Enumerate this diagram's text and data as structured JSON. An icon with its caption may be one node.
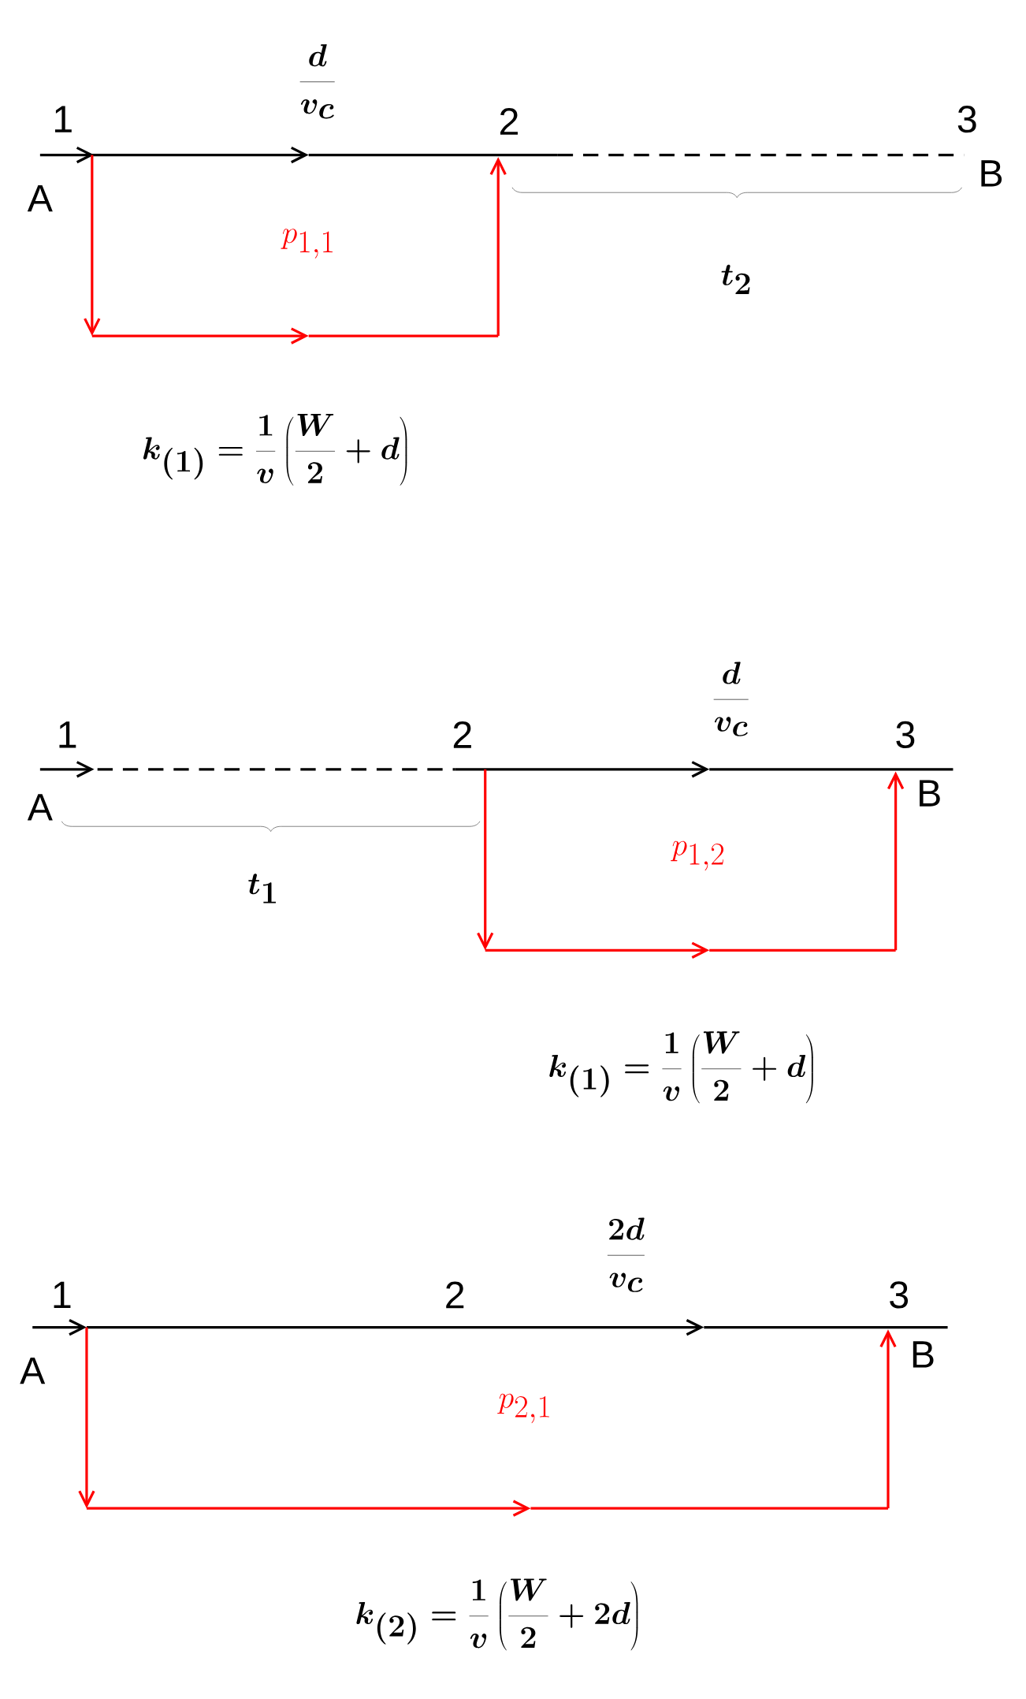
{
  "diagram": {
    "labels": [
      "1",
      "\\frac{d}{v_c}",
      "2",
      "3",
      "A",
      "B",
      "p_{1,1}",
      "t_2",
      "k_{(1)}=\\frac{1}{v}\\left(\\frac{W}{2}+d\\right)",
      "1",
      "2",
      "\\frac{d}{v_c}",
      "3",
      "A",
      "B",
      "p_{1,2}",
      "t_1",
      "k_{(1)}=\\frac{1}{v}\\left(\\frac{W}{2}+d\\right)",
      "1",
      "2",
      "\\frac{2d}{v_c}",
      "3",
      "A",
      "B",
      "p_{2,1}",
      "k_{(2)}=\\frac{1}{v}\\left(\\frac{W}{2}+2d\\right)"
    ]
  }
}
